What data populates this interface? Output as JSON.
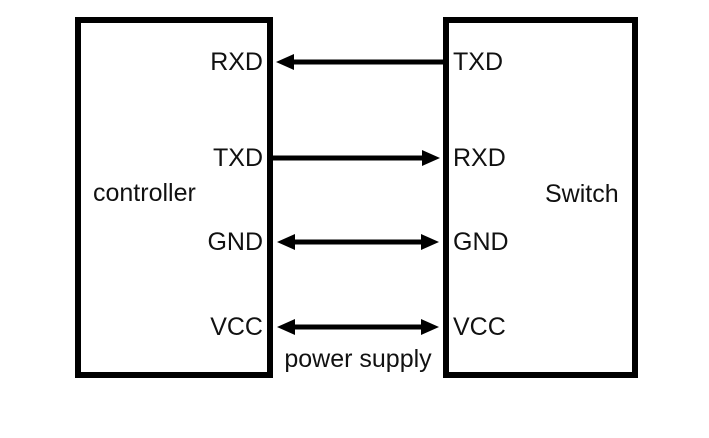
{
  "diagram": {
    "background_color": "#ffffff",
    "line_color": "#000000",
    "text_color": "#111111",
    "controller_box": {
      "title": "controller",
      "pins": {
        "rxd": "RXD",
        "txd": "TXD",
        "gnd": "GND",
        "vcc": "VCC"
      }
    },
    "switch_box": {
      "title": "Switch",
      "pins": {
        "txd": "TXD",
        "rxd": "RXD",
        "gnd": "GND",
        "vcc": "VCC"
      }
    },
    "connections": [
      {
        "from": "Switch TXD",
        "to": "controller RXD",
        "direction": "left"
      },
      {
        "from": "controller TXD",
        "to": "Switch RXD",
        "direction": "right"
      },
      {
        "from": "controller GND",
        "to": "Switch GND",
        "direction": "bidirectional"
      },
      {
        "from": "controller VCC",
        "to": "Switch VCC",
        "direction": "bidirectional",
        "label": "power supply"
      }
    ],
    "power_supply_label": "power supply"
  }
}
